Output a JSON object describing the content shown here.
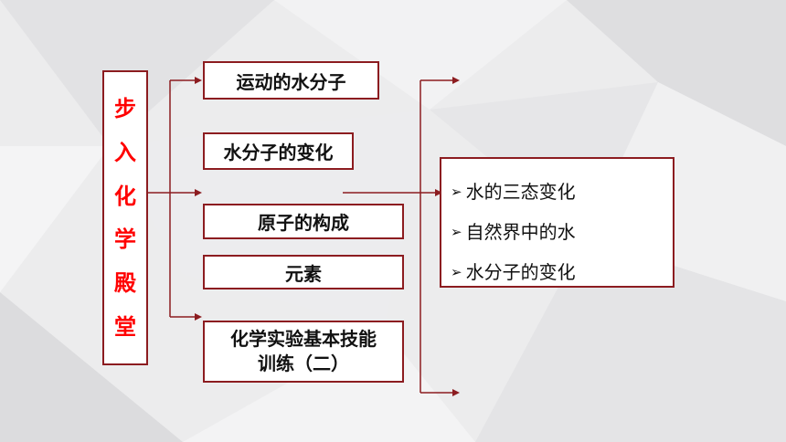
{
  "title_chars": [
    "步",
    "入",
    "化",
    "学",
    "殿",
    "堂"
  ],
  "topics": [
    "运动的水分子",
    "水分子的变化",
    "原子的构成",
    "元素",
    "化学实验基本技能\n训练（二）"
  ],
  "sub_list": {
    "bullet": "➢",
    "items": [
      "水的三态变化",
      "自然界中的水",
      "水分子的变化"
    ]
  },
  "colors": {
    "title_text": "#ff0000",
    "border": "#8c1c20",
    "connector": "#8c1c20",
    "background": "#ececed"
  }
}
